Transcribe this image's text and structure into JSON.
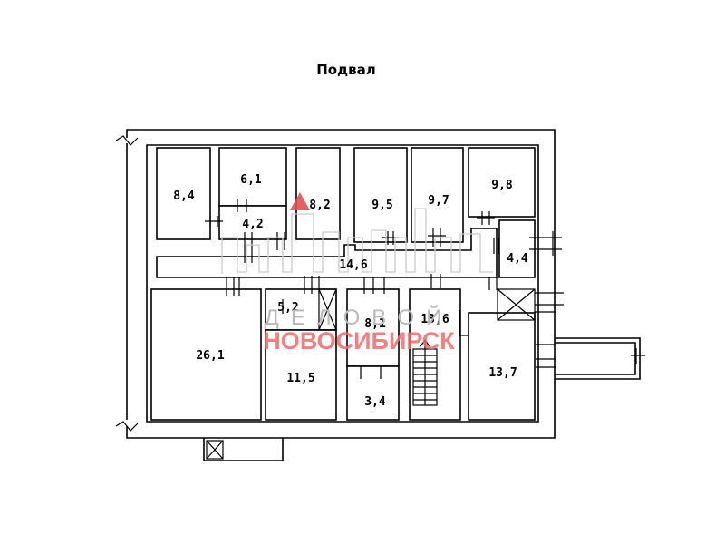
{
  "floor_title": "Подвал",
  "rooms": [
    {
      "id": "r1",
      "area": "8,4"
    },
    {
      "id": "r2",
      "area": "6,1"
    },
    {
      "id": "r3",
      "area": "4,2"
    },
    {
      "id": "r4",
      "area": "8,2"
    },
    {
      "id": "r5",
      "area": "9,5"
    },
    {
      "id": "r6",
      "area": "9,7"
    },
    {
      "id": "r7",
      "area": "9,8"
    },
    {
      "id": "r8",
      "area": "4,4"
    },
    {
      "id": "r9",
      "area": "14,6"
    },
    {
      "id": "r10",
      "area": "26,1"
    },
    {
      "id": "r11",
      "area": "5,2"
    },
    {
      "id": "r12",
      "area": "11,5"
    },
    {
      "id": "r13",
      "area": "8,1"
    },
    {
      "id": "r14",
      "area": "3,4"
    },
    {
      "id": "r15",
      "area": "13,6"
    },
    {
      "id": "r16",
      "area": "13,7"
    }
  ],
  "watermark": {
    "line1": "ДЕЛОВОЙ",
    "line2": "НОВОСИБИРСК",
    "accent_color": "#e05050",
    "gray_color": "#b9b9b9"
  }
}
